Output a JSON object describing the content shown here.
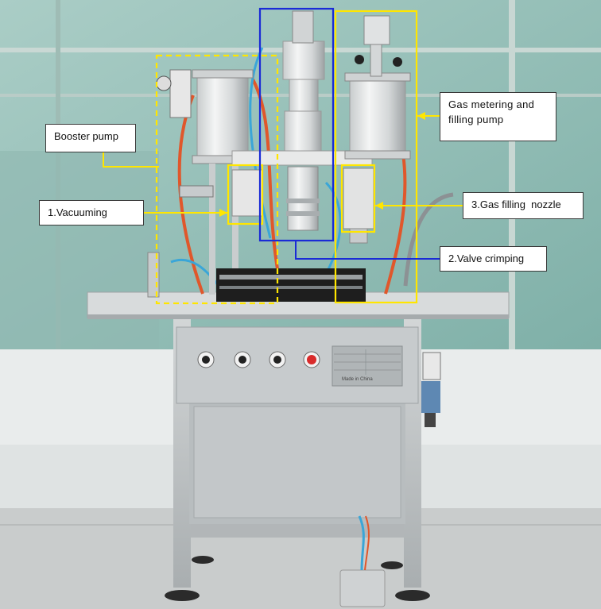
{
  "labels": {
    "booster_pump": "Booster pump",
    "vacuuming": "1.Vacuuming",
    "gas_metering": "Gas metering and filling pump",
    "gas_filling_nozzle": "3.Gas filling  nozzle",
    "valve_crimping": "2.Valve crimping"
  },
  "panel_text": {
    "made_in": "Made in China"
  },
  "colors": {
    "callout_yellow": "#ffe600",
    "callout_blue": "#1a2bd6",
    "steel": "#b9bdbf",
    "hose_orange": "#e0572b",
    "hose_blue": "#3aa6d8"
  }
}
